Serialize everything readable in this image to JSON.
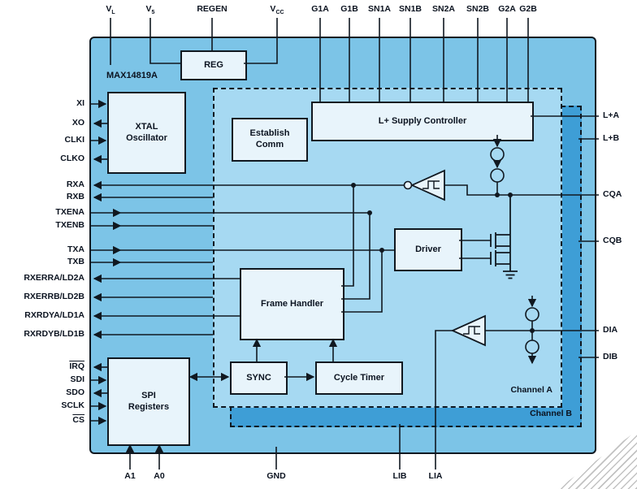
{
  "title": "MAX14819A",
  "channel_a_label": "Channel A",
  "channel_b_label": "Channel B",
  "blocks": {
    "reg": "REG",
    "xtal_l1": "XTAL",
    "xtal_l2": "Oscillator",
    "establish_l1": "Establish",
    "establish_l2": "Comm",
    "lplus_supply": "L+ Supply Controller",
    "driver": "Driver",
    "frame_handler": "Frame Handler",
    "sync": "SYNC",
    "cycle_timer": "Cycle Timer",
    "spi_l1": "SPI",
    "spi_l2": "Registers"
  },
  "pins": {
    "top_power": [
      {
        "b": "V",
        "s": "L"
      },
      {
        "b": "V",
        "s": "5"
      },
      {
        "b": "REGEN",
        "s": ""
      },
      {
        "b": "V",
        "s": "CC"
      }
    ],
    "top": [
      "G1A",
      "G1B",
      "SN1A",
      "SN1B",
      "SN2A",
      "SN2B",
      "G2A",
      "G2B"
    ],
    "left": [
      "XI",
      "XO",
      "CLKI",
      "CLKO",
      "RXA",
      "RXB",
      "TXENA",
      "TXENB",
      "TXA",
      "TXB",
      "RXERRA/LD2A",
      "RXERRB/LD2B",
      "RXRDYA/LD1A",
      "RXRDYB/LD1B",
      "IRQ",
      "SDI",
      "SDO",
      "SCLK",
      "CS"
    ],
    "right": [
      "L+A",
      "L+B",
      "CQA",
      "CQB",
      "DIA",
      "DIB"
    ],
    "bottom": [
      "A1",
      "A0",
      "GND",
      "LIB",
      "LIA"
    ]
  },
  "colors": {
    "chip_fill": "#7cc4e7",
    "channel_a_fill": "#a6d9f2",
    "channel_b_fill": "#3e9ed6",
    "block_fill": "#e8f4fb",
    "line": "#101820",
    "text": "#0b1320",
    "background": "#ffffff"
  }
}
